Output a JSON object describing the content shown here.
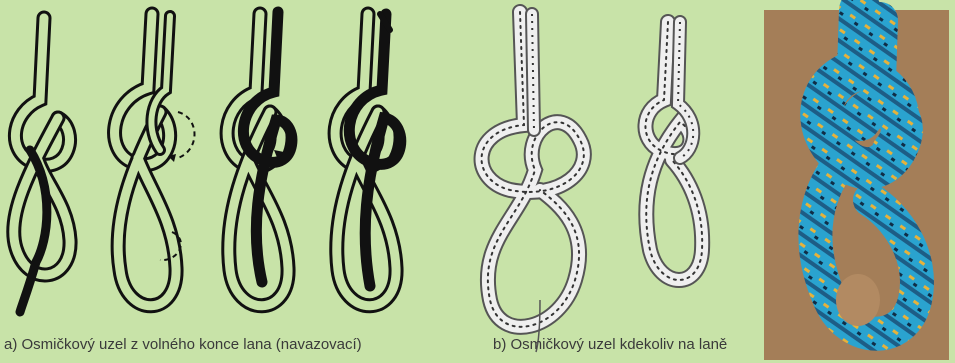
{
  "captions": {
    "a": "a) Osmičkový uzel z volného konce lana (navazovací)",
    "b": "b) Osmičkový uzel kdekoliv na laně"
  },
  "colors": {
    "background": "#c8e3a8",
    "rope_light": "#c8e3a8",
    "rope_dark": "#111111",
    "sketch_rope": "#efefef",
    "photo_bg": "#b28a62",
    "photo_rope": "#2f9fc9"
  },
  "icons": [
    "figure-eight-step-1",
    "figure-eight-step-2",
    "figure-eight-step-3",
    "figure-eight-step-4",
    "figure-eight-sketch-loose",
    "figure-eight-sketch-tight",
    "knot-photo"
  ]
}
